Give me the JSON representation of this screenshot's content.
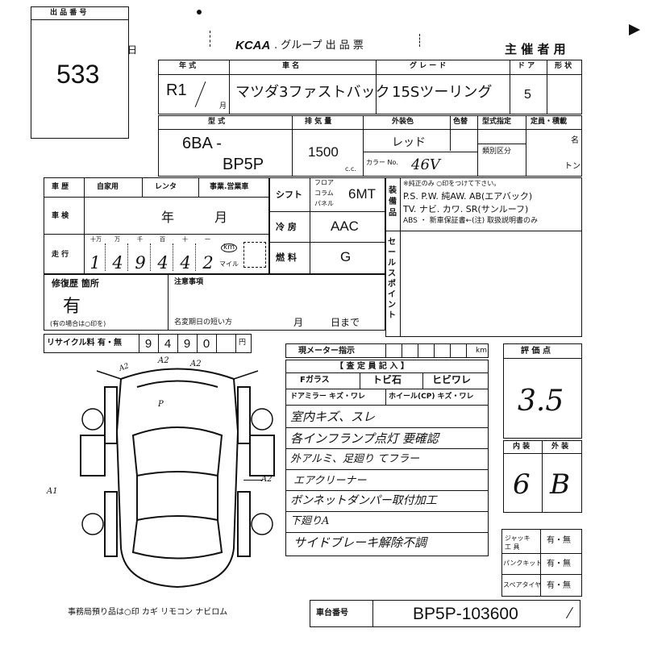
{
  "lot": {
    "label": "出 品 番 号",
    "number": "533"
  },
  "day_mark": "日",
  "header": {
    "brand": "KCAA",
    "title": ". グループ 出 品 票",
    "organizer": "主 催 者 用"
  },
  "row1": {
    "year_label": "年 式",
    "name_label": "車 名",
    "grade_label": "グ レ ー ド",
    "door_label": "ド ア",
    "shape_label": "形 状",
    "year_value": "R1",
    "month_mark": "月",
    "name_value": "マツダ3ファストバック",
    "grade_value": "15Sツーリング",
    "door_value": "5"
  },
  "row2": {
    "model_label": "型 式",
    "disp_label": "排 気 量",
    "ext_color_label": "外装色",
    "color_no_label": "色替",
    "model_spec_label": "型式指定",
    "capacity_label": "定員・積載",
    "type_code": "6BA -",
    "model_code": "BP5P",
    "displacement": "1500",
    "cc": "c.c.",
    "color": "レッド",
    "color_code_label": "カラー No.",
    "color_code": "46V",
    "class_label": "類別区分",
    "persons_unit": "名",
    "ton_unit": "トン"
  },
  "row3": {
    "history_label": "車 歴",
    "private": "自家用",
    "rental": "レンタ",
    "business": "事業.営業車",
    "inspection_label": "車 検",
    "year_unit": "年",
    "month_unit": "月",
    "mileage_label": "走 行",
    "digit_labels": [
      "十万",
      "万",
      "千",
      "百",
      "十",
      "一"
    ],
    "mileage_digits": [
      "1",
      "4",
      "9",
      "4",
      "4",
      "2"
    ],
    "km": "km",
    "mile": "マイル",
    "shift_label": "シフト",
    "shift_types": [
      "フロア",
      "コラム",
      "パネル"
    ],
    "shift_value": "6MT",
    "ac_label": "冷 房",
    "ac_value": "AAC",
    "fuel_label": "燃 料",
    "fuel_value": "G",
    "equip_label": "装 備 品",
    "equip_line1": "※純正のみ ○印をつけて下さい。",
    "equip_line2": "P.S. P.W. 純AW. AB(エアバック)",
    "equip_line3": "TV. ナビ. カワ. SR(サンルーフ)",
    "equip_line4": "ABS ・ 新車保証書←(注) 取扱説明書のみ",
    "sales_label": "セールスポイント"
  },
  "row4": {
    "repair_label": "修復歴 箇所",
    "repair_value": "有",
    "repair_note": "(有の場合は○印を)",
    "notes_label": "注意事項",
    "name_change_label": "名変期日の短い方",
    "month_u": "月",
    "day_u": "日まで"
  },
  "recycle": {
    "label": "リサイクル料 有・無",
    "digits": [
      "9",
      "4",
      "9",
      "0"
    ],
    "unit": "円"
  },
  "meter": {
    "label": "現メーター指示",
    "unit": "km"
  },
  "inspector": {
    "header": "【 査 定 員 記 入 】",
    "glass": "Fガラス",
    "chip": "トビ石",
    "crack": "ヒビワレ",
    "mirror": "ドアミラー キズ・ワレ",
    "wheel": "ホイール(CP) キズ・ワレ",
    "comments": [
      "室内キズ、スレ",
      "各インフランプ点灯 要確認",
      "外アルミ、足廻り てフラー",
      "エアクリーナー",
      "ボンネットダンパー取付加工",
      "下廻りA",
      "サイドブレーキ解除不調"
    ]
  },
  "grades": {
    "label": "評 価 点",
    "overall": "3.5",
    "interior_label": "内 装",
    "exterior_label": "外 装",
    "interior": "6",
    "exterior": "B"
  },
  "tools": {
    "jack_label": "ジャッキ 工 具",
    "puncture_label": "パンクキット",
    "spare_label": "スペアタイヤ",
    "yes_no": "有・無"
  },
  "diagram_marks": {
    "a2_1": "A2",
    "a2_2": "A2",
    "a2_3": "A2",
    "p": "P",
    "a1": "A1",
    "a2_side": "A2"
  },
  "office": "事務局預り品は○印 カギ リモコン ナビロム",
  "chassis": {
    "label": "車台番号",
    "value": "BP5P-103600"
  }
}
